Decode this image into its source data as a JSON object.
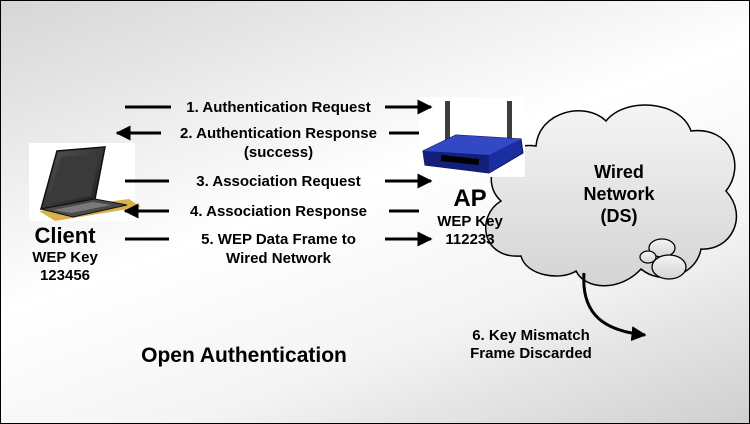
{
  "client": {
    "name": "Client",
    "key_label": "WEP Key",
    "key_value": "123456"
  },
  "ap": {
    "name": "AP",
    "key_label": "WEP Key",
    "key_value": "112233"
  },
  "network": {
    "line1": "Wired",
    "line2": "Network",
    "line3": "(DS)"
  },
  "messages": [
    {
      "line1": "1. Authentication Request",
      "line2": ""
    },
    {
      "line1": "2. Authentication Response",
      "line2": "(success)"
    },
    {
      "line1": "3. Association Request",
      "line2": ""
    },
    {
      "line1": "4. Association Response",
      "line2": ""
    },
    {
      "line1": "5. WEP Data Frame to",
      "line2": "Wired Network"
    }
  ],
  "discard": {
    "line1": "6. Key Mismatch",
    "line2": "Frame Discarded"
  },
  "caption": "Open Authentication",
  "colors": {
    "arrow": "#000000",
    "router_body": "#2233aa",
    "cloud_fill": "#e6e6e6"
  },
  "icons": {
    "client": "laptop-icon",
    "ap": "wireless-router-icon",
    "network": "cloud-icon"
  }
}
